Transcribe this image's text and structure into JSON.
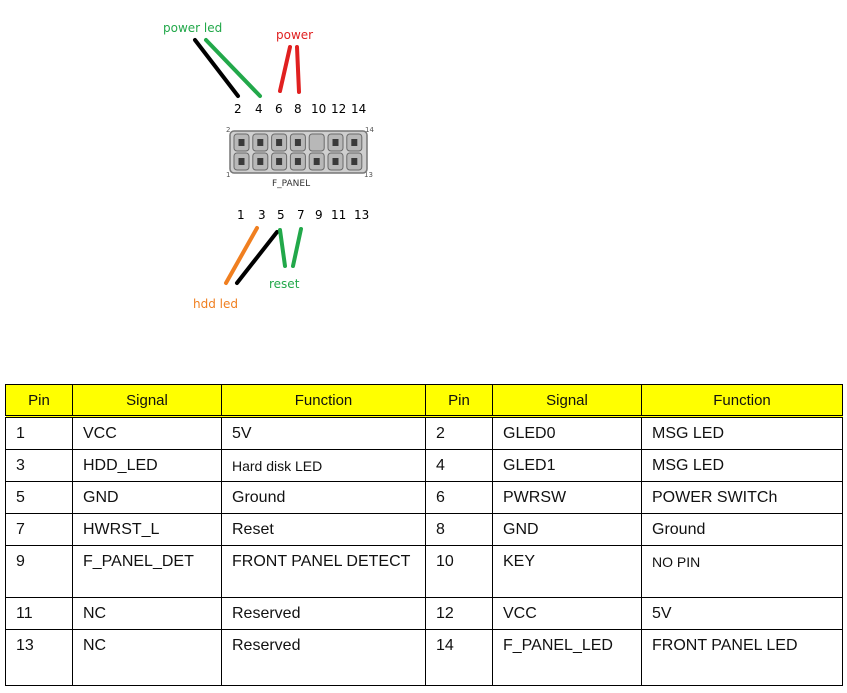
{
  "diagram": {
    "labels": {
      "power_led": "power led",
      "power": "power",
      "hdd_led": "hdd led",
      "reset": "reset"
    },
    "colors": {
      "power_led": "#22a84a",
      "power": "#e02020",
      "hdd_led": "#f07f20",
      "reset": "#22a84a",
      "ground_wire": "#000000"
    },
    "even_pins": [
      "2",
      "4",
      "6",
      "8",
      "10",
      "12",
      "14"
    ],
    "odd_pins": [
      "1",
      "3",
      "5",
      "7",
      "9",
      "11",
      "13"
    ],
    "header": {
      "name": "F_PANEL",
      "corner_tl": "2",
      "corner_tr": "14",
      "corner_bl": "1",
      "corner_br": "13"
    }
  },
  "table": {
    "headers": [
      "Pin",
      "Signal",
      "Function",
      "Pin",
      "Signal",
      "Function"
    ],
    "header_color": "#ffff00",
    "rows": [
      {
        "pin1": "1",
        "sig1": "VCC",
        "fn1": "5V",
        "pin2": "2",
        "sig2": "GLED0",
        "fn2": "MSG LED"
      },
      {
        "pin1": "3",
        "sig1": "HDD_LED",
        "fn1": "Hard disk LED",
        "pin2": "4",
        "sig2": "GLED1",
        "fn2": "MSG LED"
      },
      {
        "pin1": "5",
        "sig1": "GND",
        "fn1": "Ground",
        "pin2": "6",
        "sig2": "PWRSW",
        "fn2": "POWER SWITCh"
      },
      {
        "pin1": "7",
        "sig1": "HWRST_L",
        "fn1": "Reset",
        "pin2": "8",
        "sig2": "GND",
        "fn2": "Ground"
      },
      {
        "pin1": "9",
        "sig1": "F_PANEL_DET",
        "fn1": "FRONT PANEL DETECT",
        "pin2": "10",
        "sig2": "KEY",
        "fn2": "NO PIN"
      },
      {
        "pin1": "11",
        "sig1": "NC",
        "fn1": "Reserved",
        "pin2": "12",
        "sig2": "VCC",
        "fn2": "5V"
      },
      {
        "pin1": "13",
        "sig1": "NC",
        "fn1": "Reserved",
        "pin2": "14",
        "sig2": "F_PANEL_LED",
        "fn2": "FRONT PANEL LED"
      }
    ]
  }
}
